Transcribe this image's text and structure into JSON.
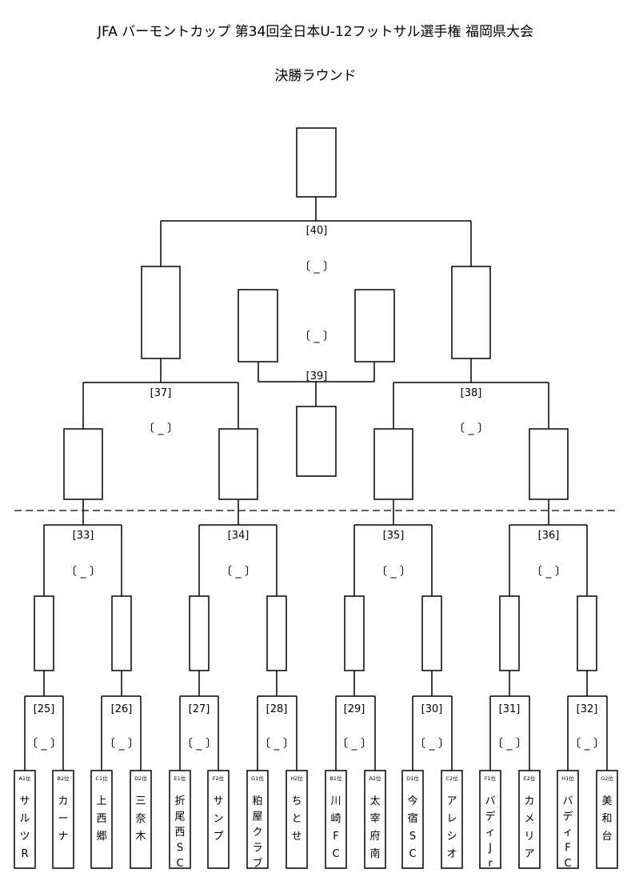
{
  "header": {
    "title": "JFA バーモントカップ 第34回全日本U-12フットサル選手権 福岡県大会",
    "subtitle": "決勝ラウンド"
  },
  "score_placeholder": "〔 _ 〕",
  "teams": [
    {
      "seed": "A1位",
      "name": "サルツR"
    },
    {
      "seed": "B2位",
      "name": "カーナ"
    },
    {
      "seed": "C1位",
      "name": "上西郷"
    },
    {
      "seed": "D2位",
      "name": "三奈木"
    },
    {
      "seed": "E1位",
      "name": "折尾西SC"
    },
    {
      "seed": "F2位",
      "name": "サンプ"
    },
    {
      "seed": "G1位",
      "name": "粕屋クラブ"
    },
    {
      "seed": "H2位",
      "name": "ちとせ"
    },
    {
      "seed": "B1位",
      "name": "川崎FC"
    },
    {
      "seed": "A2位",
      "name": "太宰府南"
    },
    {
      "seed": "D1位",
      "name": "今宿SC"
    },
    {
      "seed": "C2位",
      "name": "アレシオ"
    },
    {
      "seed": "F1位",
      "name": "バディJr"
    },
    {
      "seed": "E2位",
      "name": "カメリア"
    },
    {
      "seed": "H1位",
      "name": "バディFC"
    },
    {
      "seed": "G2位",
      "name": "美和台"
    }
  ],
  "matches": {
    "first_round": [
      "[25]",
      "[26]",
      "[27]",
      "[28]",
      "[29]",
      "[30]",
      "[31]",
      "[32]"
    ],
    "second_round": [
      "[33]",
      "[34]",
      "[35]",
      "[36]"
    ],
    "semifinals": [
      "[37]",
      "[38]"
    ],
    "third_place": "[39]",
    "final": "[40]"
  }
}
